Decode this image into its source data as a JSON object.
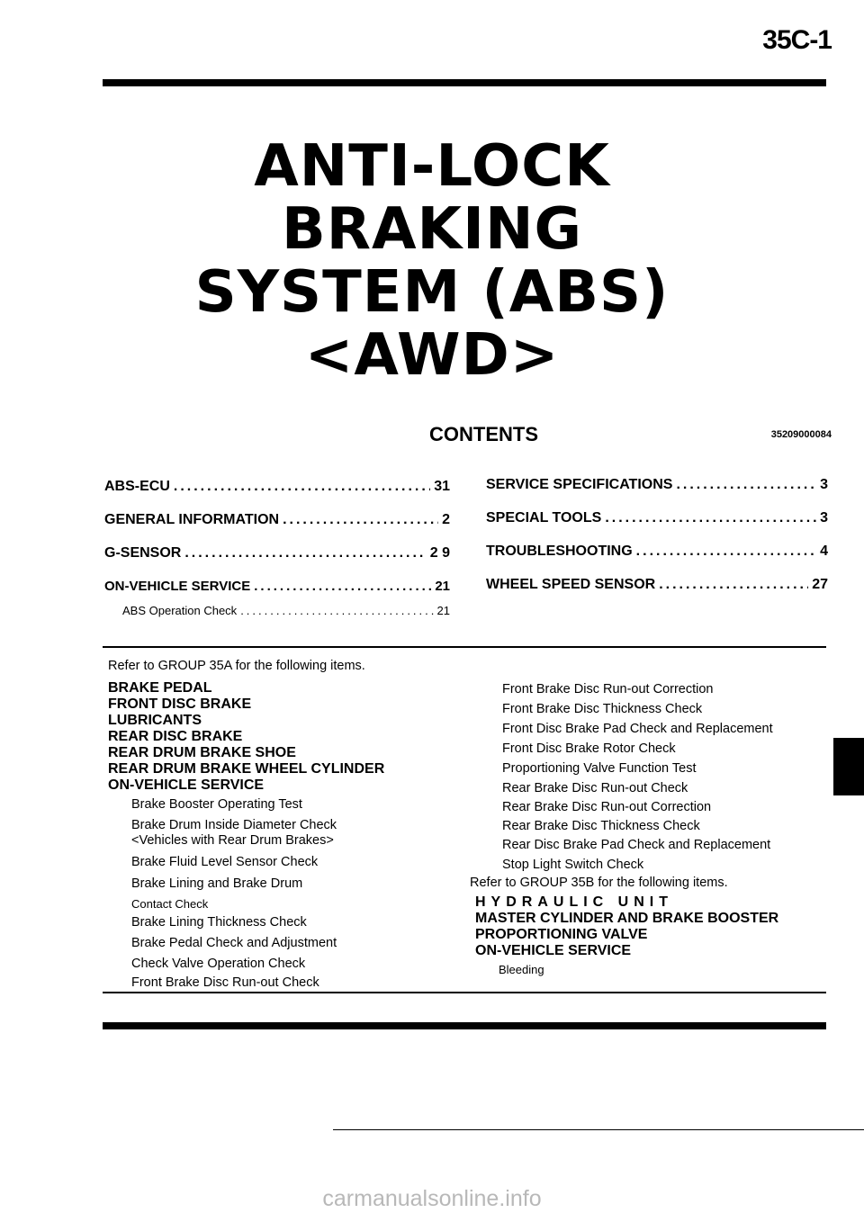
{
  "header": {
    "page_code": "35C-1"
  },
  "title": {
    "lines": [
      "ANTI-LOCK",
      "BRAKING",
      "SYSTEM (ABS)",
      "<AWD>"
    ]
  },
  "contents": {
    "heading": "CONTENTS",
    "doc_number": "35209000084",
    "left": [
      {
        "label": "ABS-ECU",
        "page": "31"
      },
      {
        "label": "GENERAL INFORMATION",
        "page": "2"
      },
      {
        "label": "G-SENSOR",
        "page": "2 9"
      },
      {
        "label": "ON-VEHICLE SERVICE",
        "page": "21"
      },
      {
        "label": "ABS Operation Check",
        "page": "21"
      }
    ],
    "right": [
      {
        "label": "SERVICE SPECIFICATIONS",
        "page": "3"
      },
      {
        "label": "SPECIAL TOOLS",
        "page": "3"
      },
      {
        "label": "TROUBLESHOOTING",
        "page": "4"
      },
      {
        "label": "WHEEL SPEED SENSOR",
        "page": "27"
      }
    ]
  },
  "refer": {
    "left_intro": "Refer to GROUP 35A for the following items.",
    "left_items": [
      "BRAKE PEDAL",
      "FRONT DISC BRAKE",
      "LUBRICANTS",
      "REAR DISC BRAKE",
      "REAR DRUM BRAKE SHOE",
      "REAR DRUM BRAKE WHEEL CYLINDER",
      "ON-VEHICLE SERVICE"
    ],
    "left_sub": [
      "Brake Booster Operating Test",
      "Brake Drum Inside Diameter Check",
      "<Vehicles with Rear Drum Brakes>",
      "Brake Fluid Level Sensor Check",
      "Brake Lining and Brake Drum",
      "Contact Check",
      "Brake Lining Thickness Check",
      "Brake Pedal Check and Adjustment",
      "Check Valve Operation Check",
      "Front Brake Disc Run-out Check"
    ],
    "right_35a": [
      "Front Brake Disc Run-out Correction",
      "Front Brake Disc Thickness Check",
      "Front Disc Brake Pad Check and Replacement",
      "Front Disc Brake Rotor Check",
      "Proportioning Valve Function Test",
      "Rear Brake Disc Run-out Check",
      "Rear Brake Disc Run-out Correction",
      "Rear Brake Disc Thickness Check",
      "Rear Disc Brake Pad Check and Replacement",
      "Stop Light Switch Check"
    ],
    "right_intro": "Refer to GROUP 35B for the following items.",
    "right_items": [
      "HYDRAULIC UNIT",
      "MASTER CYLINDER AND BRAKE BOOSTER",
      "PROPORTIONING VALVE",
      "ON-VEHICLE SERVICE"
    ],
    "right_sub": [
      "Bleeding"
    ]
  },
  "footer": {
    "watermark": "carmanualsonline.info"
  }
}
